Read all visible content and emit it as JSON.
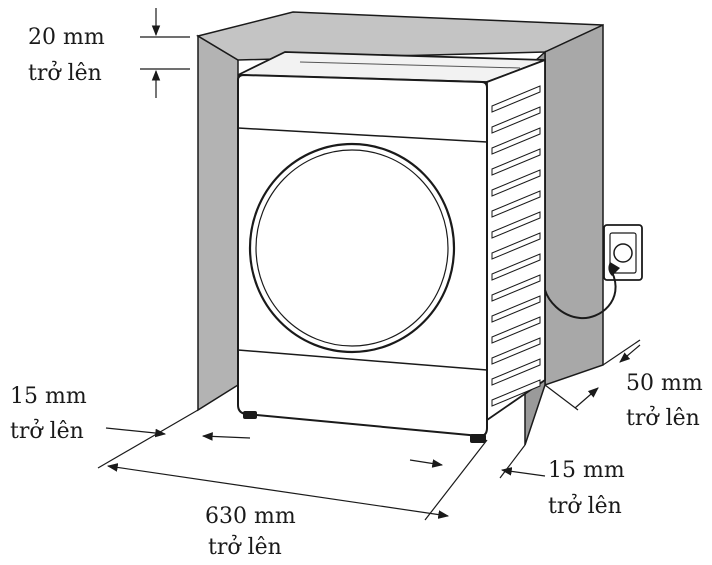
{
  "labels": {
    "top": {
      "value": "20 mm",
      "suffix": "trở lên"
    },
    "left": {
      "value": "15 mm",
      "suffix": "trở lên"
    },
    "back_right": {
      "value": "50 mm",
      "suffix": "trở lên"
    },
    "front_right": {
      "value": "15 mm",
      "suffix": "trở lên"
    },
    "width": {
      "value": "630 mm",
      "suffix": "trở lên"
    }
  },
  "colors": {
    "wall": "#b3b3b3",
    "wall_dark": "#9a9a9a",
    "line": "#1a1a1a",
    "machine": "#ffffff"
  },
  "icons": [
    "dimension-arrow-icon",
    "power-outlet-icon",
    "power-plug-icon"
  ]
}
